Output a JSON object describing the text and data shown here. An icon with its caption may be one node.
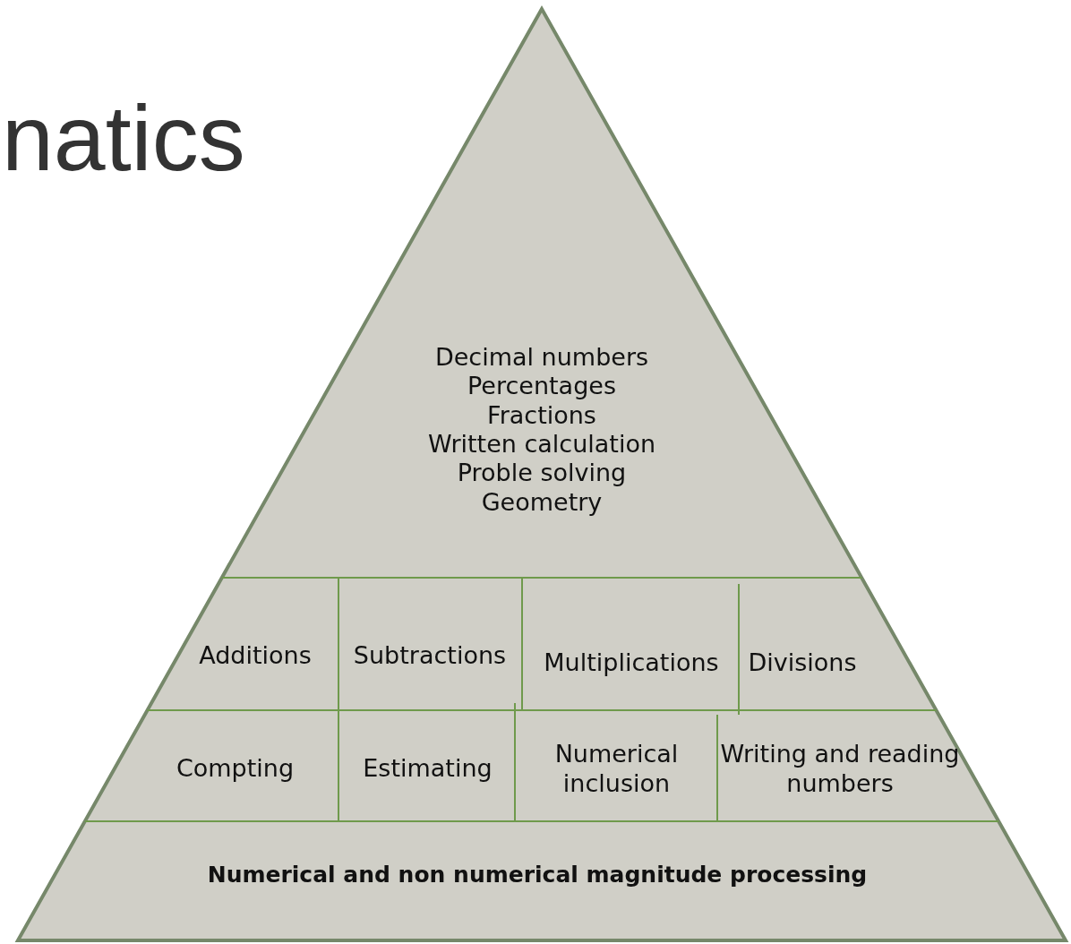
{
  "diagram": {
    "title": "natics",
    "nodes": [
      {
        "text": [
          "Decimal numbers",
          "Percentages",
          "Fractions",
          "Written calculation",
          "Proble solving",
          "Geometry"
        ]
      },
      {
        "text": [
          "Additions"
        ]
      },
      {
        "text": [
          "Subtractions"
        ]
      },
      {
        "text": [
          "Multiplications"
        ]
      },
      {
        "text": [
          "Divisions"
        ]
      },
      {
        "text": [
          "Compting"
        ]
      },
      {
        "text": [
          "Estimating"
        ]
      },
      {
        "text": [
          "Numerical inclusion"
        ]
      },
      {
        "text": [
          "Writing and reading numbers"
        ]
      },
      {
        "text": [
          "**Numerical and non numerical magnitude processing**"
        ]
      }
    ]
  }
}
